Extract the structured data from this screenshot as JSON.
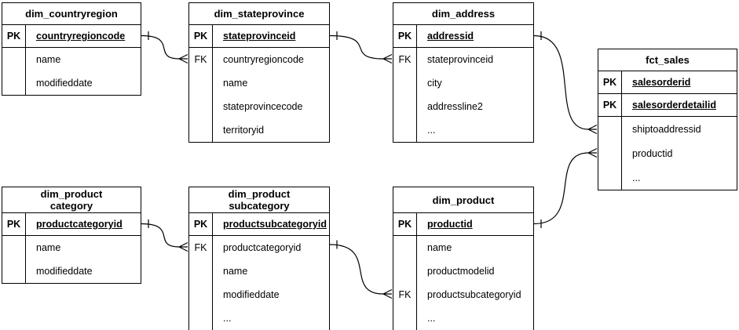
{
  "diagram": {
    "kind": "entity-relationship-diagram",
    "background_color": "#ffffff",
    "line_color": "#000000",
    "text_color": "#000000"
  },
  "tables": [
    {
      "id": "dim_countryregion",
      "title": "dim_countryregion",
      "rows": [
        {
          "key": "PK",
          "name": "countryregioncode",
          "is_pk": true
        },
        {
          "key": "",
          "name": "name",
          "is_pk": false
        },
        {
          "key": "",
          "name": "modifieddate",
          "is_pk": false
        }
      ]
    },
    {
      "id": "dim_stateprovince",
      "title": "dim_stateprovince",
      "rows": [
        {
          "key": "PK",
          "name": "stateprovinceid",
          "is_pk": true
        },
        {
          "key": "FK",
          "name": "countryregioncode",
          "is_pk": false
        },
        {
          "key": "",
          "name": "name",
          "is_pk": false
        },
        {
          "key": "",
          "name": "stateprovincecode",
          "is_pk": false
        },
        {
          "key": "",
          "name": "territoryid",
          "is_pk": false
        }
      ]
    },
    {
      "id": "dim_address",
      "title": "dim_address",
      "rows": [
        {
          "key": "PK",
          "name": "addressid",
          "is_pk": true
        },
        {
          "key": "FK",
          "name": "stateprovinceid",
          "is_pk": false
        },
        {
          "key": "",
          "name": "city",
          "is_pk": false
        },
        {
          "key": "",
          "name": "addressline2",
          "is_pk": false
        },
        {
          "key": "",
          "name": "...",
          "is_pk": false
        }
      ]
    },
    {
      "id": "fct_sales",
      "title": "fct_sales",
      "rows": [
        {
          "key": "PK",
          "name": "salesorderid",
          "is_pk": true
        },
        {
          "key": "PK",
          "name": "salesorderdetailid",
          "is_pk": true
        },
        {
          "key": "",
          "name": "shiptoaddressid",
          "is_pk": false
        },
        {
          "key": "",
          "name": "productid",
          "is_pk": false
        },
        {
          "key": "",
          "name": "...",
          "is_pk": false
        }
      ]
    },
    {
      "id": "dim_productcategory",
      "title": "dim_product\ncategory",
      "rows": [
        {
          "key": "PK",
          "name": "productcategoryid",
          "is_pk": true
        },
        {
          "key": "",
          "name": "name",
          "is_pk": false
        },
        {
          "key": "",
          "name": "modifieddate",
          "is_pk": false
        }
      ]
    },
    {
      "id": "dim_productsubcategory",
      "title": "dim_product\nsubcategory",
      "rows": [
        {
          "key": "PK",
          "name": "productsubcategoryid",
          "is_pk": true
        },
        {
          "key": "FK",
          "name": "productcategoryid",
          "is_pk": false
        },
        {
          "key": "",
          "name": "name",
          "is_pk": false
        },
        {
          "key": "",
          "name": "modifieddate",
          "is_pk": false
        },
        {
          "key": "",
          "name": "...",
          "is_pk": false
        }
      ]
    },
    {
      "id": "dim_product",
      "title": "dim_product",
      "rows": [
        {
          "key": "PK",
          "name": "productid",
          "is_pk": true
        },
        {
          "key": "",
          "name": "name",
          "is_pk": false
        },
        {
          "key": "",
          "name": "productmodelid",
          "is_pk": false
        },
        {
          "key": "FK",
          "name": "productsubcategoryid",
          "is_pk": false
        },
        {
          "key": "",
          "name": "...",
          "is_pk": false
        }
      ]
    }
  ],
  "relationships": [
    {
      "from": "dim_countryregion",
      "to": "dim_stateprovince",
      "from_cardinality": "one",
      "to_cardinality": "many"
    },
    {
      "from": "dim_stateprovince",
      "to": "dim_address",
      "from_cardinality": "one",
      "to_cardinality": "many"
    },
    {
      "from": "dim_address",
      "to": "fct_sales",
      "from_cardinality": "one",
      "to_cardinality": "many"
    },
    {
      "from": "dim_product",
      "to": "fct_sales",
      "from_cardinality": "one",
      "to_cardinality": "many"
    },
    {
      "from": "dim_productcategory",
      "to": "dim_productsubcategory",
      "from_cardinality": "one",
      "to_cardinality": "many"
    },
    {
      "from": "dim_productsubcategory",
      "to": "dim_product",
      "from_cardinality": "one",
      "to_cardinality": "many"
    }
  ]
}
